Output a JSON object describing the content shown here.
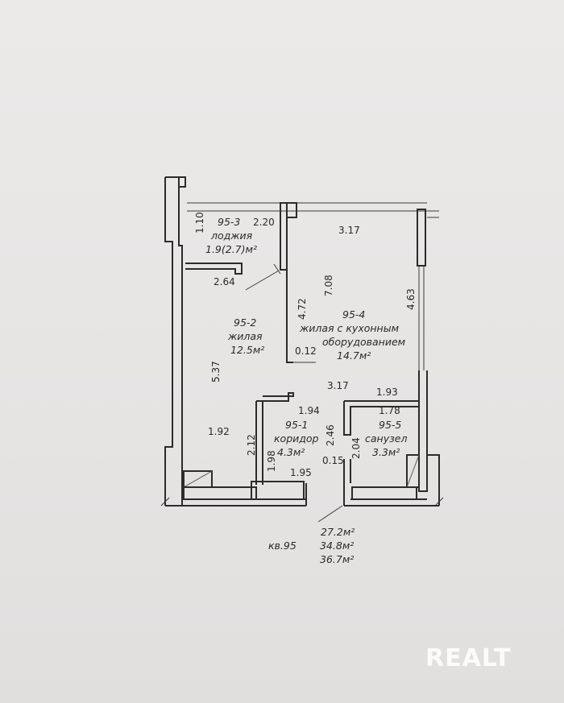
{
  "rooms": {
    "loggia": {
      "code": "95-3",
      "name": "лоджия",
      "area": "1.9(2.7)м²"
    },
    "living": {
      "code": "95-2",
      "name": "жилая",
      "area": "12.5м²"
    },
    "kitchen": {
      "code": "95-4",
      "name_line1": "жилая с кухонным",
      "name_line2": "оборудованием",
      "area": "14.7м²"
    },
    "corridor": {
      "code": "95-1",
      "name": "коридор",
      "area": "4.3м²"
    },
    "bathroom": {
      "code": "95-5",
      "name": "санузел",
      "area": "3.3м²"
    }
  },
  "dimensions": {
    "d_110": "1.10",
    "d_220": "2.20",
    "d_317_top": "3.17",
    "d_264": "2.64",
    "d_472": "4.72",
    "d_708": "7.08",
    "d_463": "4.63",
    "d_537": "5.37",
    "d_012": "0.12",
    "d_317_mid": "3.17",
    "d_193": "1.93",
    "d_194": "1.94",
    "d_178": "1.78",
    "d_246": "2.46",
    "d_204": "2.04",
    "d_192": "1.92",
    "d_212": "2.12",
    "d_198": "1.98",
    "d_015": "0.15",
    "d_195": "1.95"
  },
  "totals": {
    "apartment": "кв.95",
    "living_area": "27.2м²",
    "total_area": "34.8м²",
    "total_with_loggia": "36.7м²"
  },
  "watermark": "REALT"
}
